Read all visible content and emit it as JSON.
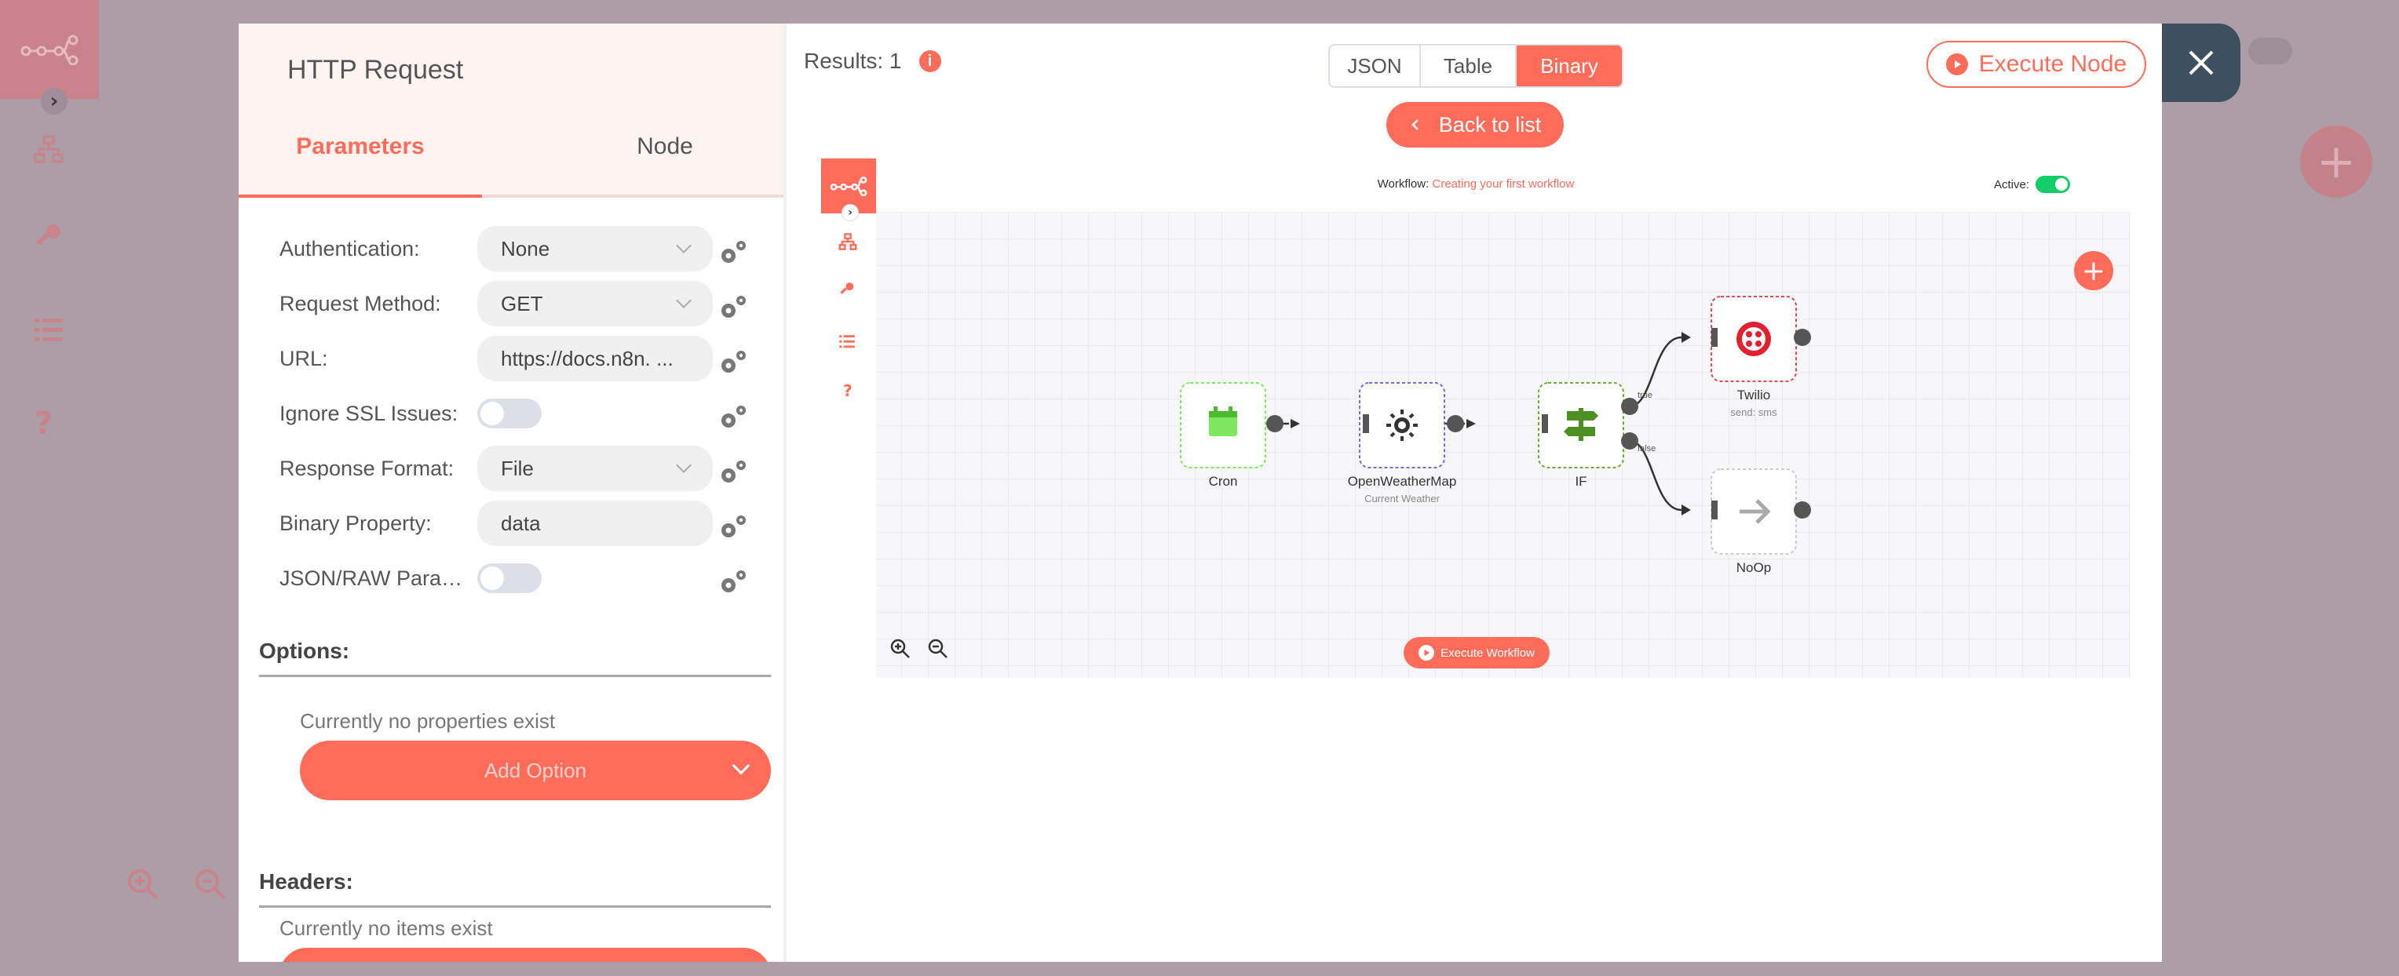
{
  "node_panel": {
    "title": "HTTP Request",
    "tabs": {
      "parameters": "Parameters",
      "node": "Node"
    },
    "params": [
      {
        "label": "Authentication:",
        "type": "select",
        "value": "None"
      },
      {
        "label": "Request Method:",
        "type": "select",
        "value": "GET"
      },
      {
        "label": "URL:",
        "type": "input",
        "value": "https://docs.n8n. ..."
      },
      {
        "label": "Ignore SSL Issues:",
        "type": "toggle",
        "value": ""
      },
      {
        "label": "Response Format:",
        "type": "select",
        "value": "File"
      },
      {
        "label": "Binary Property:",
        "type": "input",
        "value": "data"
      },
      {
        "label": "JSON/RAW Parame...",
        "type": "toggle",
        "value": ""
      }
    ],
    "options": {
      "title": "Options:",
      "empty_text": "Currently no properties exist",
      "add_label": "Add Option"
    },
    "headers": {
      "title": "Headers:",
      "empty_text": "Currently no items exist"
    }
  },
  "output": {
    "results_label": "Results: 1",
    "view_tabs": [
      "JSON",
      "Table",
      "Binary"
    ],
    "active_view": "Binary",
    "execute_label": "Execute Node",
    "back_label": "Back to list"
  },
  "preview": {
    "workflow_prefix": "Workflow:",
    "workflow_name": "Creating your first workflow",
    "active_label": "Active:",
    "nodes": {
      "cron": {
        "name": "Cron",
        "sub": ""
      },
      "weather": {
        "name": "OpenWeatherMap",
        "sub": "Current Weather"
      },
      "if": {
        "name": "IF",
        "sub": ""
      },
      "twilio": {
        "name": "Twilio",
        "sub": "send: sms"
      },
      "noop": {
        "name": "NoOp",
        "sub": ""
      }
    },
    "edge_labels": {
      "true_label": "true",
      "false_label": "false"
    },
    "execute_label": "Execute Workflow"
  },
  "colors": {
    "accent": "#ff6d5a",
    "close_bg": "#3e4f5e",
    "active_toggle": "#13ce66"
  },
  "icons": {
    "logo": "n8n-logo-icon",
    "close": "close-icon",
    "gear": "gear-icon",
    "info": "info-icon",
    "play": "play-icon"
  }
}
